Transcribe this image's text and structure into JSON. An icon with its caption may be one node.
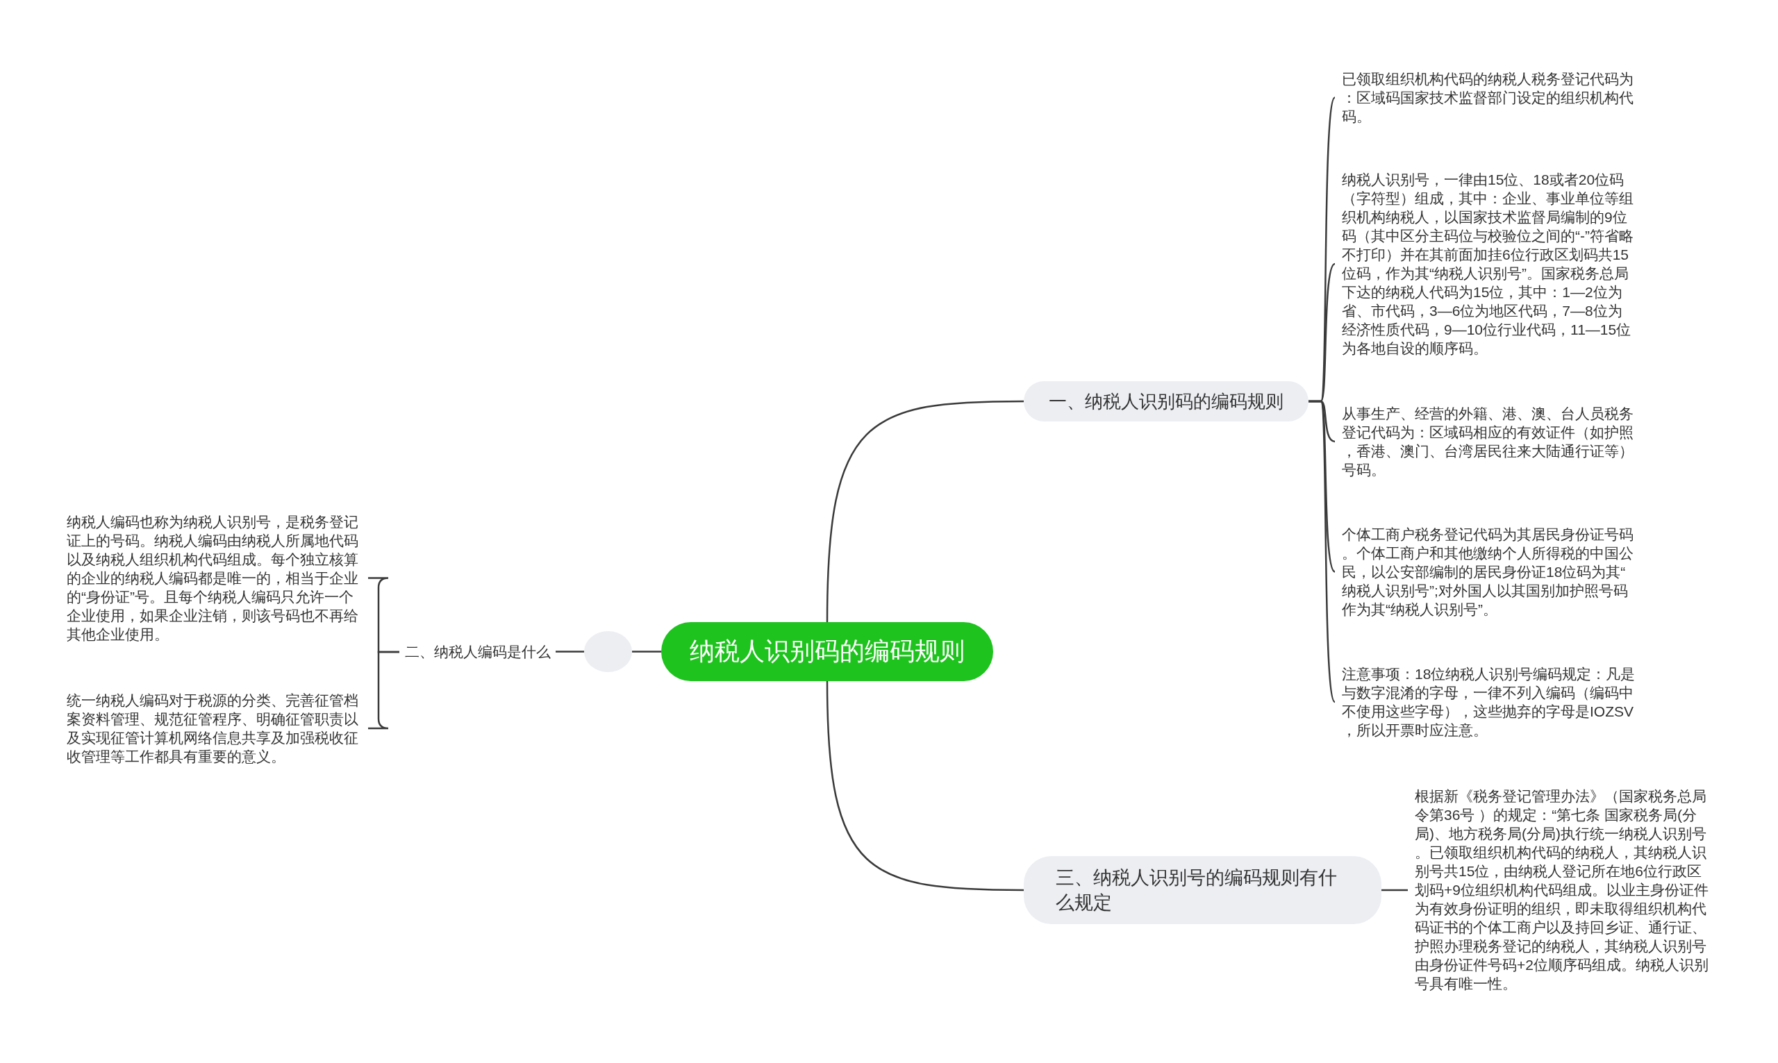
{
  "diagram": {
    "nodes": [
      {
        "text": [
          "纳税人识别码的编码规则"
        ]
      },
      {
        "text": [
          "一、纳税人识别码的编码规则"
        ]
      },
      {
        "text": [
          "已领取组织机构代码的纳税人税务登记代码为：区域码国家技术监督部门设定的组织机构代码。"
        ]
      },
      {
        "text": [
          "纳税人识别号，一律由15位、18或者20位码（字符型）组成，其中：企业、事业单位等组织机构纳税人，以国家技术监督局编制的9位码（其中区分主码位与校验位之间的“-”符省略不打印）并在其前面加挂6位行政区划码共15位码，作为其“纳税人识别号”。国家税务总局下达的纳税人代码为15位，其中：1—2位为省、市代码，3—6位为地区代码，7—8位为经济性质代码，9—10位行业代码，11—15位为各地自设的顺序码。"
        ]
      },
      {
        "text": [
          "从事生产、经营的外籍、港、澳、台人员税务登记代码为：区域码相应的有效证件（如护照，香港、澳门、台湾居民往来大陆通行证等）号码。"
        ]
      },
      {
        "text": [
          "个体工商户税务登记代码为其居民身份证号码。个体工商户和其他缴纳个人所得税的中国公民，以公安部编制的居民身份证18位码为其“纳税人识别号”;对外国人以其国别加护照号码作为其“纳税人识别号”。"
        ]
      },
      {
        "text": [
          "注意事项：18位纳税人识别号编码规定：凡是与数字混淆的字母，一律不列入编码（编码中不使用这些字母），这些抛弃的字母是IOZSV，所以开票时应注意。"
        ]
      },
      {
        "text": [],
        "shape": "ellipse"
      },
      {
        "text": [
          "二、纳税人编码是什么"
        ]
      },
      {
        "text": [
          "纳税人编码也称为纳税人识别号，是税务登记证上的号码。纳税人编码由纳税人所属地代码以及纳税人组织机构代码组成。每个独立核算的企业的纳税人编码都是唯一的，相当于企业的“身份证”号。且每个纳税人编码只允许一个企业使用，如果企业注销，则该号码也不再给其他企业使用。"
        ]
      },
      {
        "text": [
          "统一纳税人编码对于税源的分类、完善征管档案资料管理、规范征管程序、明确征管职责以及实现征管计算机网络信息共享及加强税收征收管理等工作都具有重要的意义。"
        ]
      },
      {
        "text": [
          "三、纳税人识别号的编码规则有什么规定"
        ]
      },
      {
        "text": [
          "根据新《税务登记管理办法》（国家税务总局令第36号 ）的规定：“第七条 国家税务局(分局)、地方税务局(分局)执行统一纳税人识别号。已领取组织机构代码的纳税人，其纳税人识别号共15位，由纳税人登记所在地6位行政区划码+9位组织机构代码组成。以业主身份证件为有效身份证明的组织，即未取得组织机构代码证书的个体工商户以及持回乡证、通行证、护照办理税务登记的纳税人，其纳税人识别号由身份证件号码+2位顺序码组成。纳税人识别号具有唯一性。"
        ]
      }
    ],
    "edges": [
      {
        "from": 0,
        "to": 1,
        "arrow": "none"
      },
      {
        "from": 1,
        "to": 2,
        "arrow": "none"
      },
      {
        "from": 1,
        "to": 3,
        "arrow": "none"
      },
      {
        "from": 1,
        "to": 4,
        "arrow": "none"
      },
      {
        "from": 1,
        "to": 5,
        "arrow": "none"
      },
      {
        "from": 1,
        "to": 6,
        "arrow": "none"
      },
      {
        "from": 0,
        "to": 7,
        "arrow": "none"
      },
      {
        "from": 7,
        "to": 8,
        "arrow": "none"
      },
      {
        "from": 8,
        "to": 9,
        "arrow": "none"
      },
      {
        "from": 8,
        "to": 10,
        "arrow": "none"
      },
      {
        "from": 0,
        "to": 11,
        "arrow": "none"
      },
      {
        "from": 11,
        "to": 12,
        "arrow": "none"
      }
    ]
  }
}
